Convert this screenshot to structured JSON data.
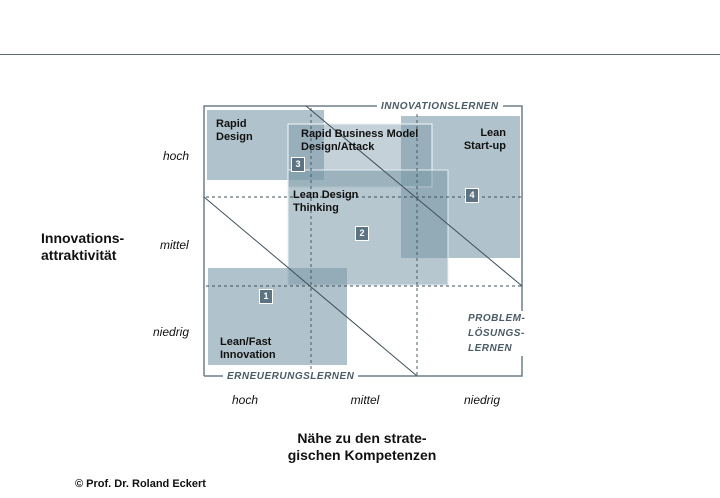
{
  "y_axis": {
    "title_line1": "Innovations-",
    "title_line2": "attraktivität",
    "levels": [
      "hoch",
      "mittel",
      "niedrig"
    ]
  },
  "x_axis": {
    "title_line1": "Nähe zu den strate-",
    "title_line2": "gischen Kompetenzen",
    "levels": [
      "hoch",
      "mittel",
      "niedrig"
    ]
  },
  "zones": {
    "top": "INNOVATIONSLERNEN",
    "bottom": "ERNEUERUNGSLERNEN",
    "right_line1": "PROBLEM-",
    "right_line2": "LÖSUNGS-",
    "right_line3": "LERNEN"
  },
  "approaches": [
    {
      "name_line1": "Lean/Fast",
      "name_line2": "Innovation",
      "number": "1"
    },
    {
      "name_line1": "Lean Design",
      "name_line2": "Thinking",
      "number": "2"
    },
    {
      "name_line1": "Rapid Business Model",
      "name_line2": "Design/Attack",
      "number": "3"
    },
    {
      "name_line1": "Lean",
      "name_line2": "Start-up",
      "number": "4"
    },
    {
      "name_line1": "Rapid",
      "name_line2": "Design",
      "number": ""
    }
  ],
  "colors": {
    "box_fill": "#7c99a8",
    "grid_line": "#3e4f59",
    "badge": "#5d7382"
  },
  "footer": {
    "copyright": "© Prof. Dr. Roland Eckert"
  }
}
